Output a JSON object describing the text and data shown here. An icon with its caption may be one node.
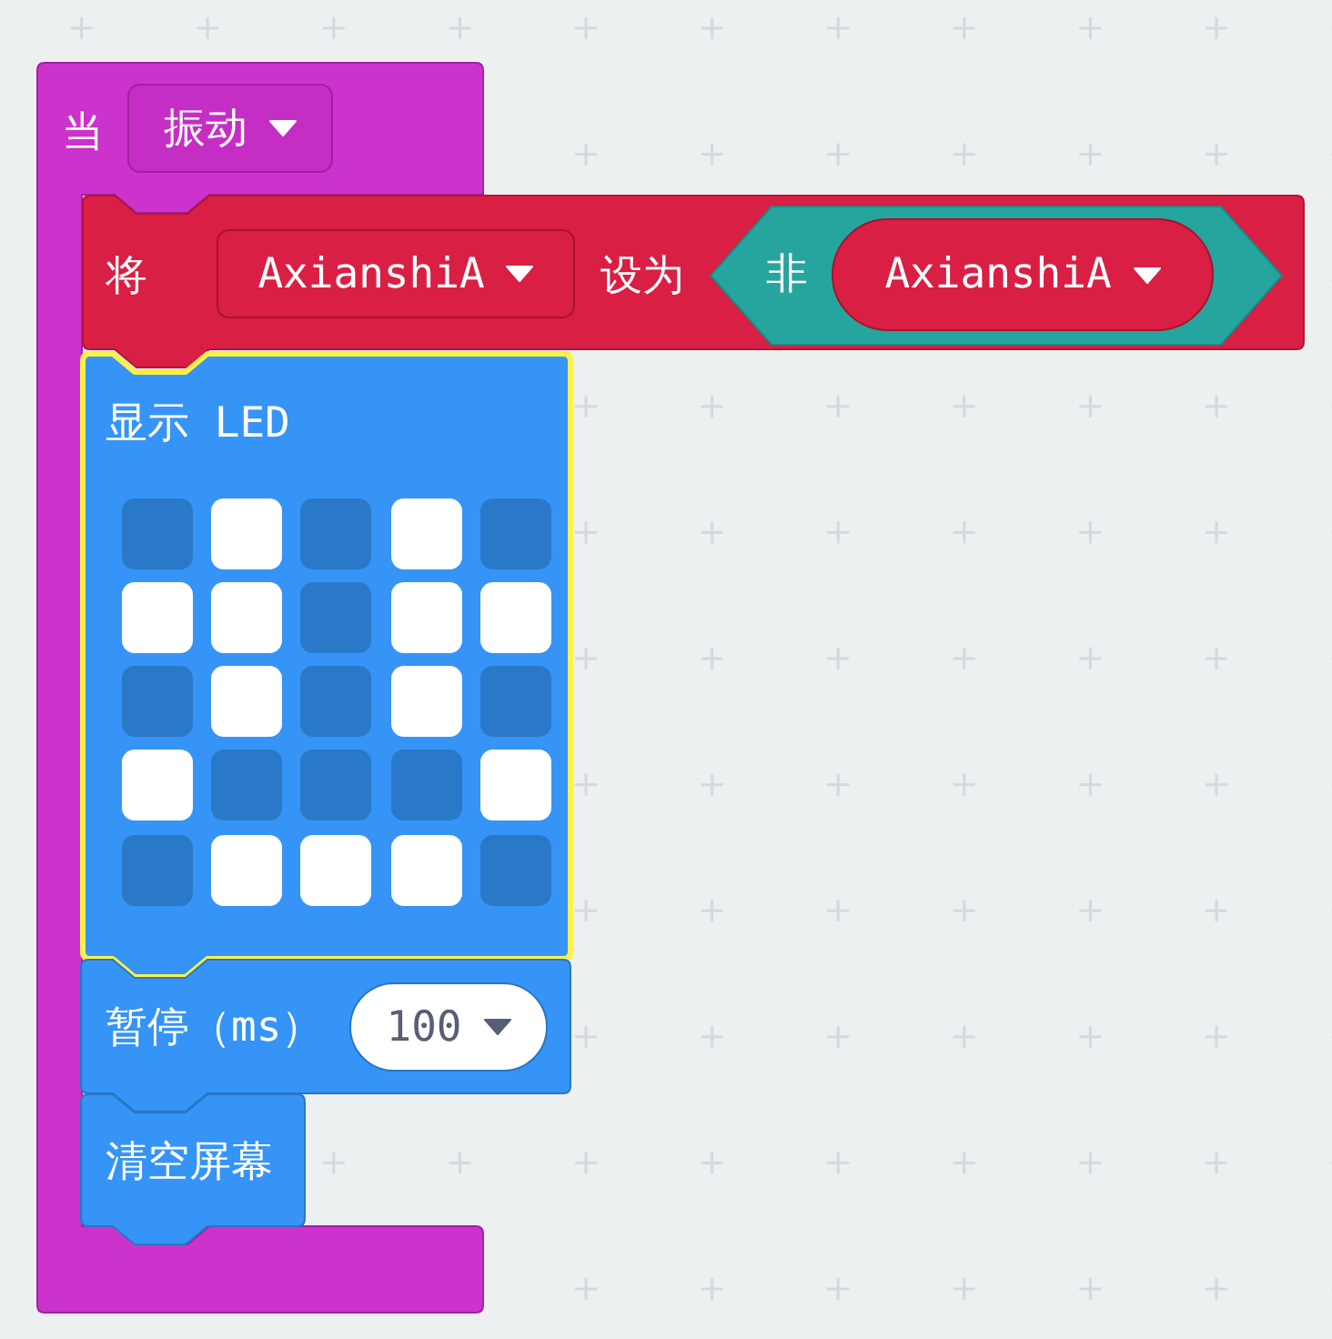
{
  "diagram": {
    "nodes": [
      {
        "text": [
          "当"
        ]
      },
      {
        "text": [
          "振动"
        ],
        "in": 0
      },
      {
        "text": [
          "将",
          "设为"
        ]
      },
      {
        "text": [
          "AxianshiA"
        ],
        "in": 2
      },
      {
        "text": [
          "非"
        ],
        "in": 2
      },
      {
        "text": [
          "AxianshiA"
        ],
        "in": 4
      },
      {
        "text": [
          "显示 LED"
        ]
      },
      {
        "text": [
          "暂停（ms）"
        ]
      },
      {
        "text": [
          "100"
        ],
        "in": 7
      },
      {
        "text": [
          "清空屏幕"
        ],
        "in": 0
      }
    ]
  }
}
